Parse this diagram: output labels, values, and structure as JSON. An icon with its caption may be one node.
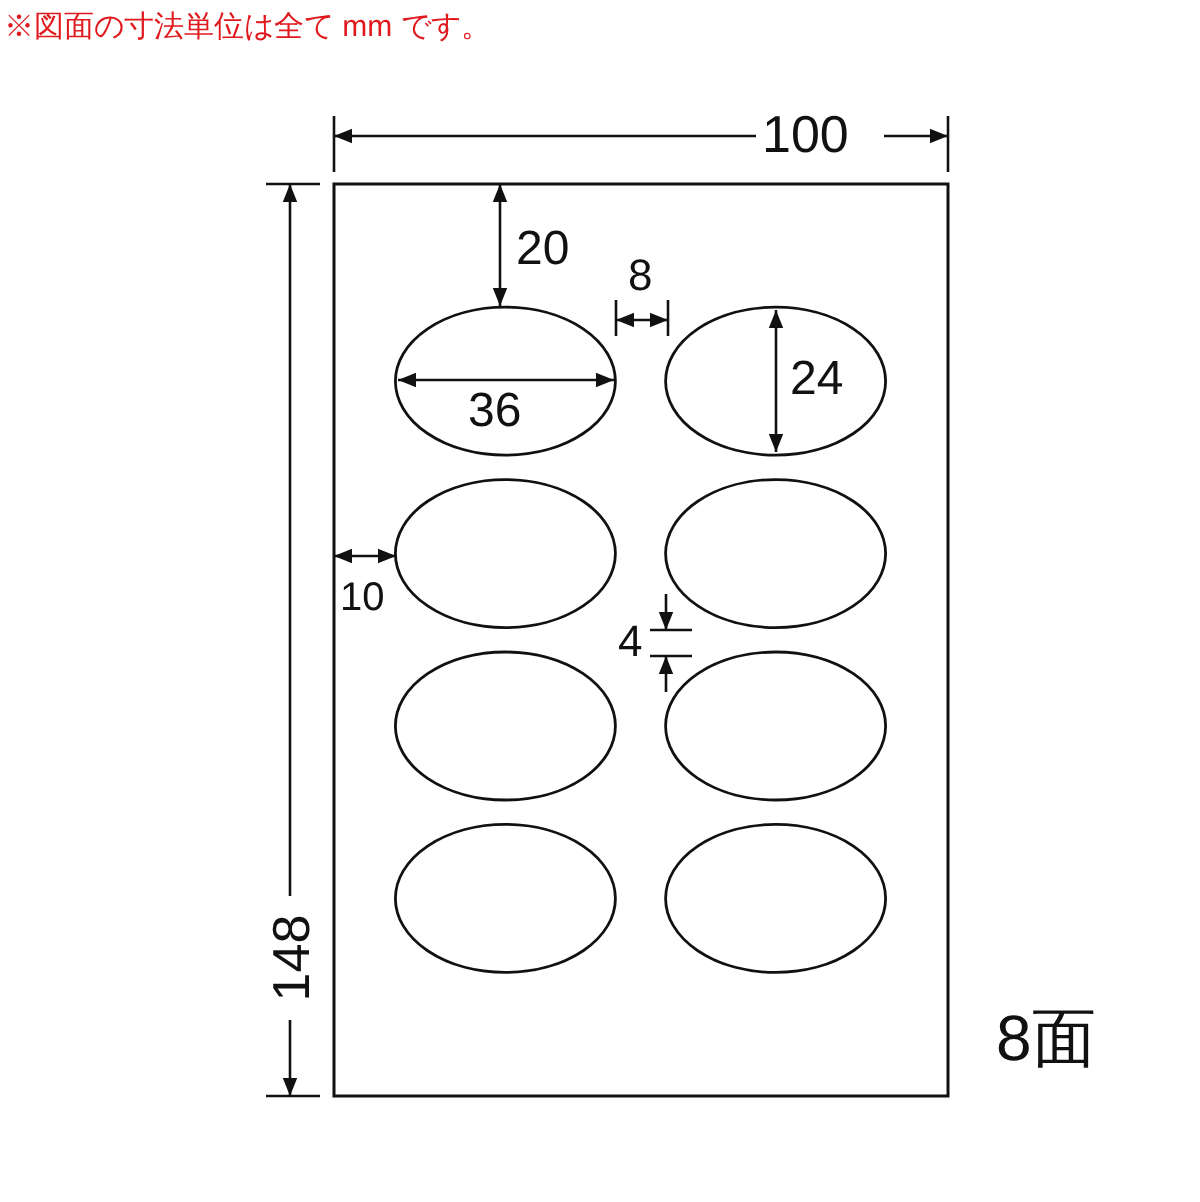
{
  "diagram": {
    "labels": [
      "※図面の寸法単位は全て mm です。",
      "100",
      "20",
      "8",
      "24",
      "36",
      "10",
      "4",
      "148",
      "8面"
    ]
  }
}
